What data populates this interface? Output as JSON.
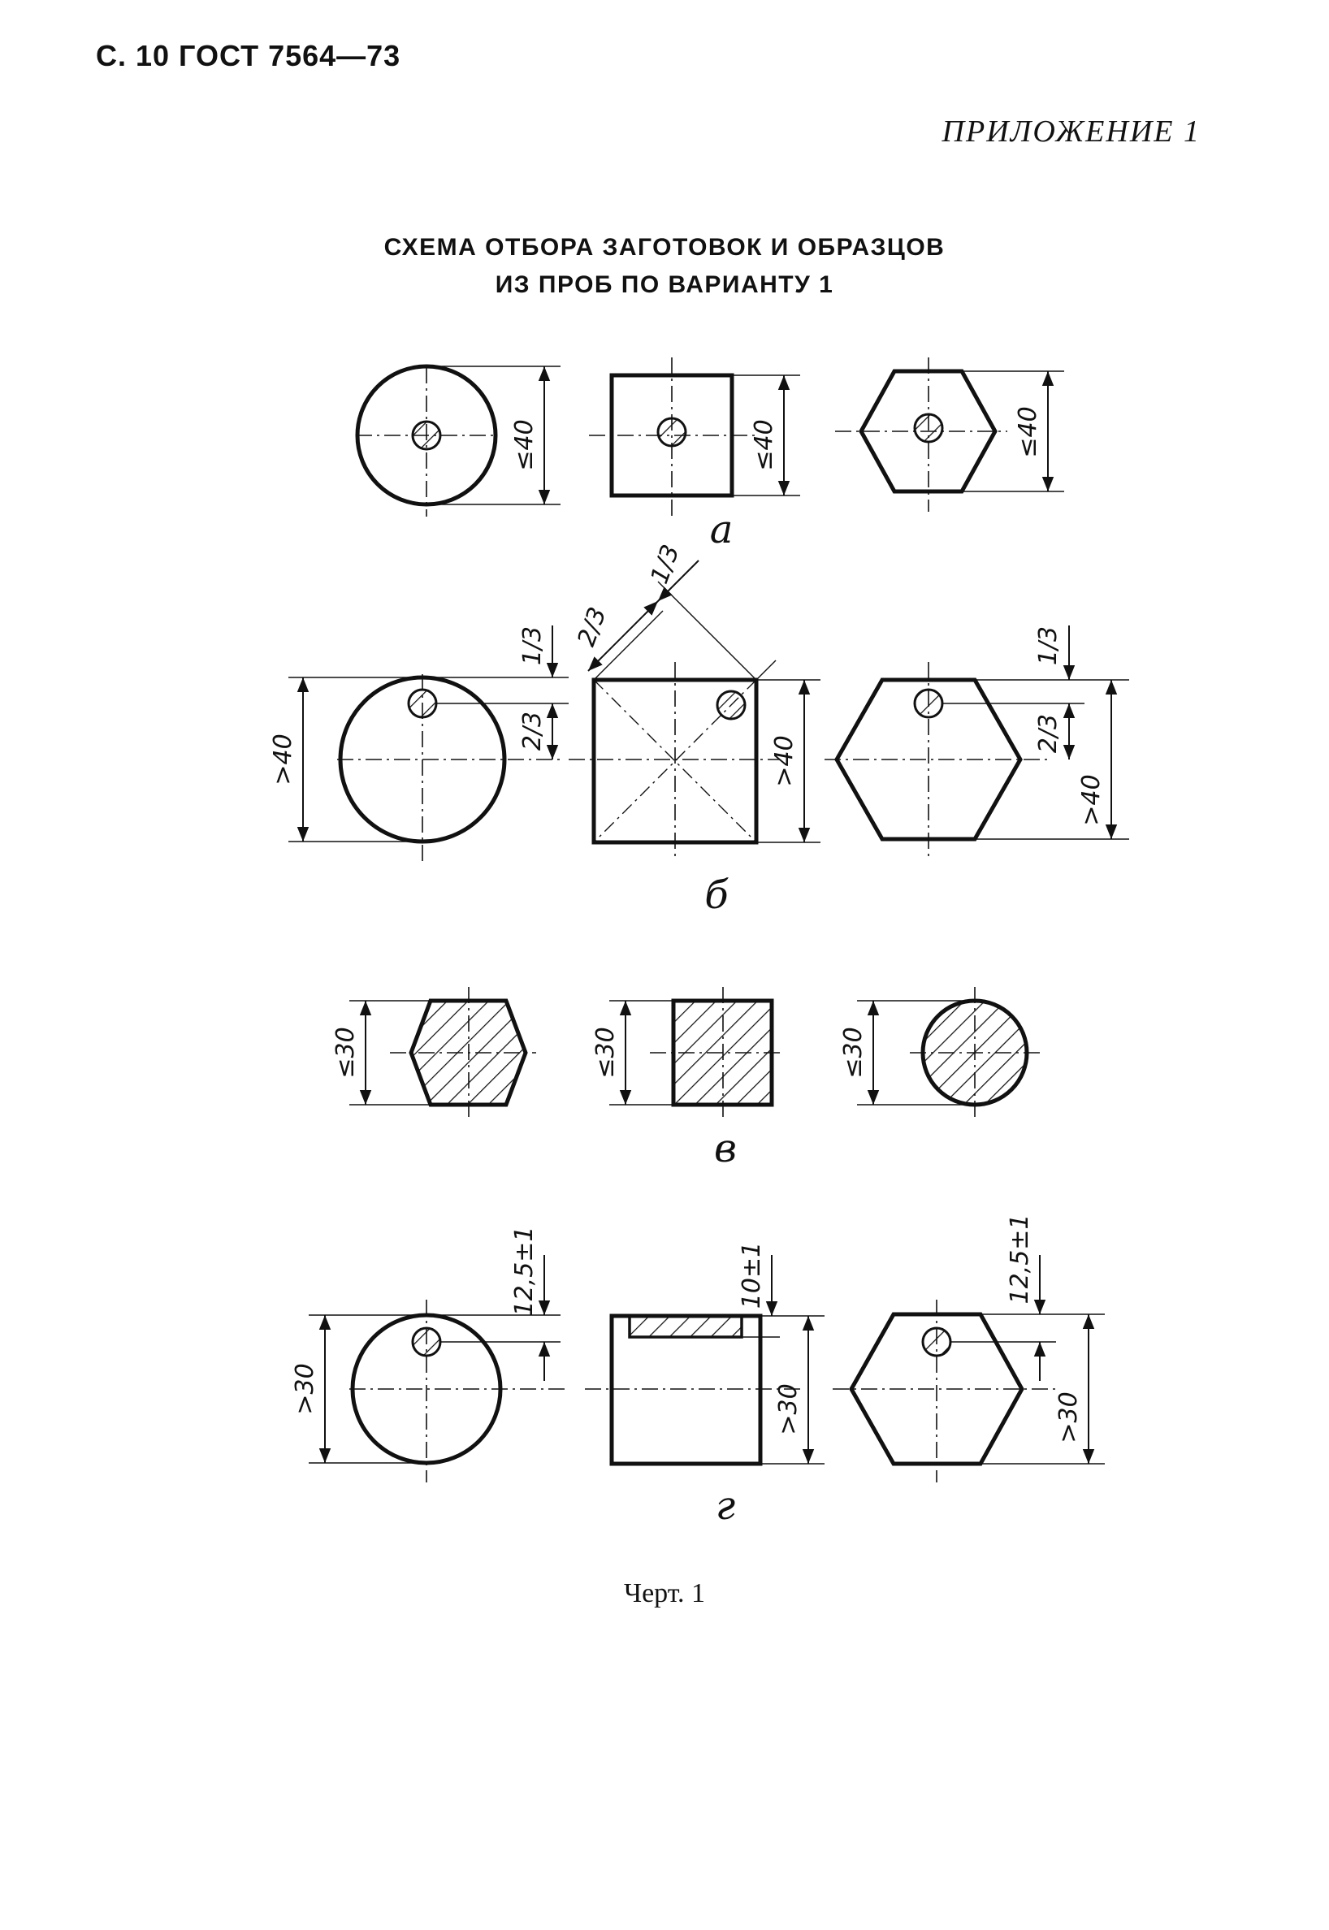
{
  "header": {
    "page_ref": "С. 10 ГОСТ 7564—73",
    "appendix": "ПРИЛОЖЕНИЕ 1"
  },
  "title": {
    "line1": "СХЕМА ОТБОРА ЗАГОТОВОК И ОБРАЗЦОВ",
    "line2": "ИЗ ПРОБ ПО ВАРИАНТУ 1"
  },
  "rows": {
    "a": {
      "letter": "а",
      "dim": "≤40",
      "shapes": [
        "circle-icon",
        "square-icon",
        "hexagon-icon"
      ]
    },
    "b": {
      "letter": "б",
      "dim": ">40",
      "third": "1/3",
      "two_thirds": "2/3",
      "shapes": [
        "circle-icon",
        "square-icon",
        "hexagon-icon"
      ]
    },
    "v": {
      "letter": "в",
      "dim": "≤30",
      "shapes": [
        "hexagon-icon",
        "square-icon",
        "circle-icon"
      ]
    },
    "g": {
      "letter": "г",
      "dim": ">30",
      "offset_round": "12,5±1",
      "offset_square": "10±1",
      "shapes": [
        "circle-icon",
        "square-icon",
        "hexagon-icon"
      ]
    }
  },
  "caption": "Черт. 1"
}
